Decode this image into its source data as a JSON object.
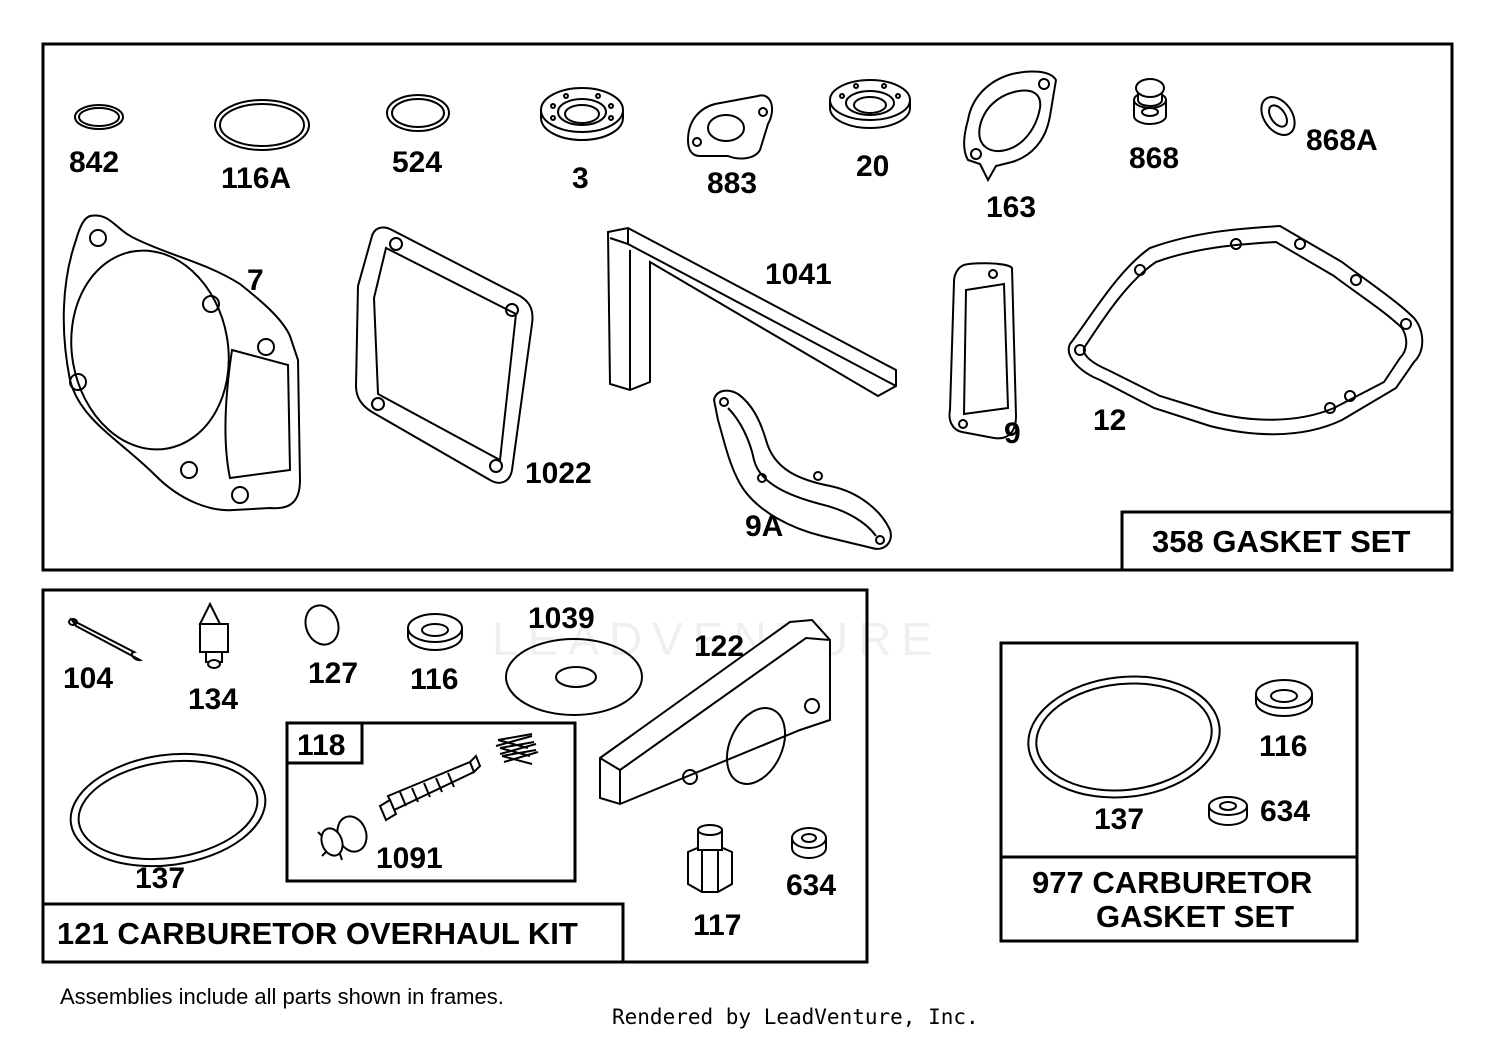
{
  "labels": {
    "p842": "842",
    "p116A": "116A",
    "p524": "524",
    "p3": "3",
    "p883": "883",
    "p20": "20",
    "p163": "163",
    "p868": "868",
    "p868A": "868A",
    "p7": "7",
    "p1022": "1022",
    "p1041": "1041",
    "p9A": "9A",
    "p9": "9",
    "p12": "12",
    "p104": "104",
    "p134": "134",
    "p127": "127",
    "p116": "116",
    "p1039": "1039",
    "p122": "122",
    "p118": "118",
    "p1091": "1091",
    "p137": "137",
    "p117": "117",
    "p634": "634",
    "r116": "116",
    "r137": "137",
    "r634": "634"
  },
  "titles": {
    "gasket_set": "358 GASKET SET",
    "carb_kit": "121 CARBURETOR OVERHAUL KIT",
    "carb_gasket_line1": "977 CARBURETOR",
    "carb_gasket_line2": "GASKET SET"
  },
  "footer": {
    "note": "Assemblies include all parts shown in frames.",
    "credit": "Rendered by LeadVenture, Inc."
  },
  "watermark": "LEADVENTURE"
}
